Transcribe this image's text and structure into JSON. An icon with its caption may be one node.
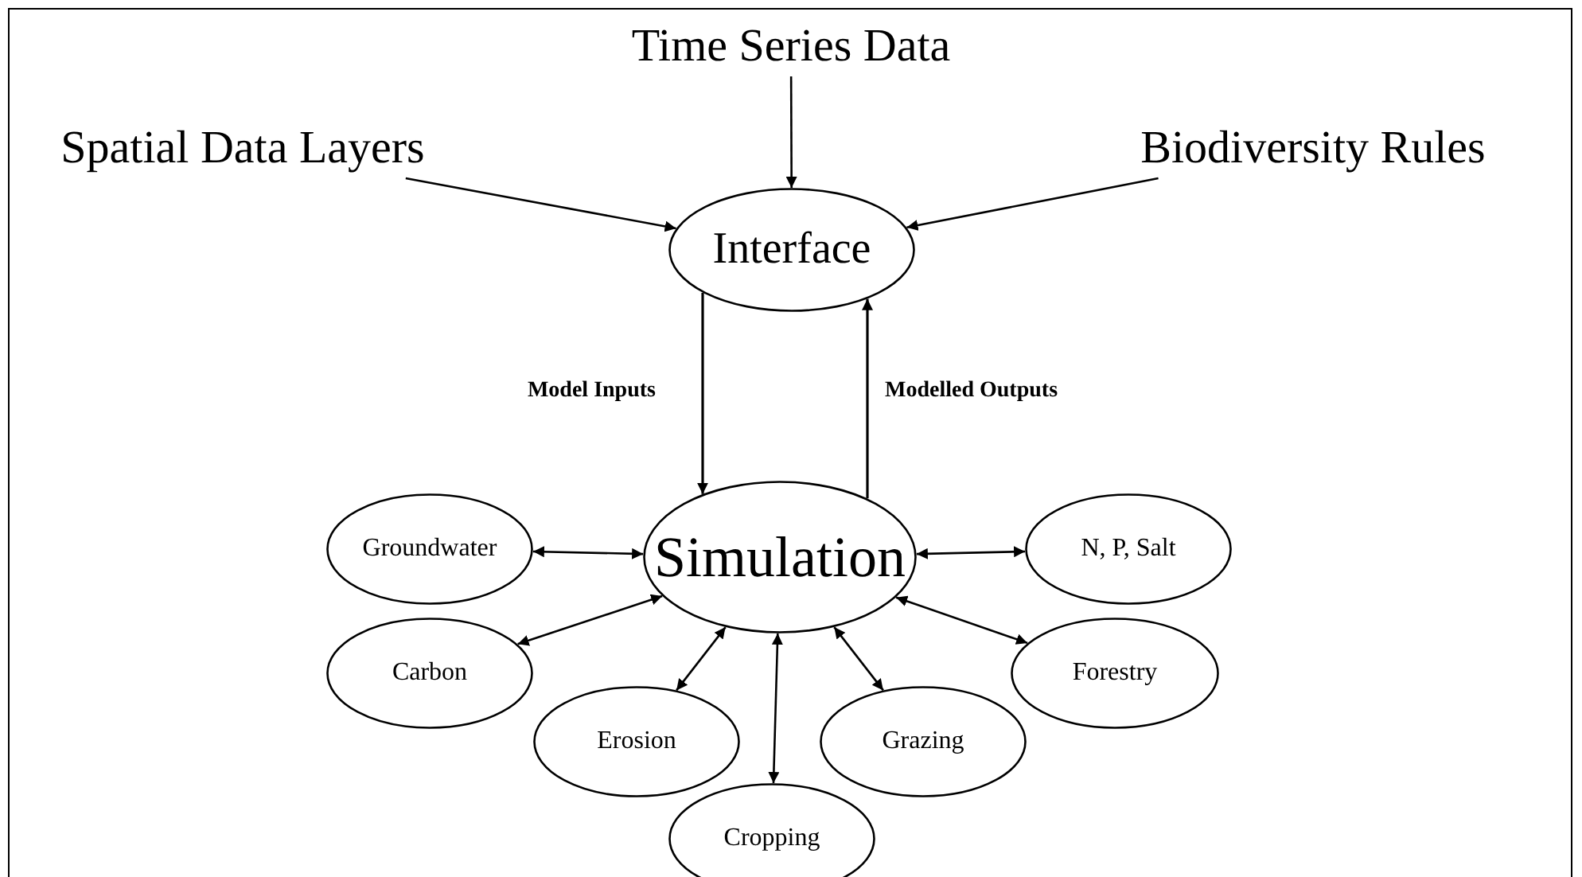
{
  "diagram": {
    "nodes": [
      {
        "text": [
          "Time Series Data"
        ]
      },
      {
        "text": [
          "Spatial Data Layers"
        ]
      },
      {
        "text": [
          "Biodiversity Rules"
        ]
      },
      {
        "text": [
          "Interface"
        ]
      },
      {
        "text": [
          "Simulation"
        ]
      },
      {
        "text": [
          "Groundwater"
        ]
      },
      {
        "text": [
          "N, P, Salt"
        ]
      },
      {
        "text": [
          "Carbon"
        ]
      },
      {
        "text": [
          "Forestry"
        ]
      },
      {
        "text": [
          "Erosion"
        ]
      },
      {
        "text": [
          "Grazing"
        ]
      },
      {
        "text": [
          "Cropping"
        ]
      }
    ],
    "edges": [
      {
        "from": 0,
        "to": 3,
        "arrow": "to"
      },
      {
        "from": 1,
        "to": 3,
        "arrow": "to"
      },
      {
        "from": 2,
        "to": 3,
        "arrow": "to"
      },
      {
        "from": 3,
        "to": 4,
        "arrow": "to",
        "label": "Model Inputs"
      },
      {
        "from": 4,
        "to": 3,
        "arrow": "to",
        "label": "Modelled Outputs"
      },
      {
        "from": 4,
        "to": 5,
        "arrow": "both"
      },
      {
        "from": 4,
        "to": 6,
        "arrow": "both"
      },
      {
        "from": 4,
        "to": 7,
        "arrow": "both"
      },
      {
        "from": 4,
        "to": 8,
        "arrow": "both"
      },
      {
        "from": 4,
        "to": 9,
        "arrow": "both"
      },
      {
        "from": 4,
        "to": 10,
        "arrow": "both"
      },
      {
        "from": 4,
        "to": 11,
        "arrow": "both"
      }
    ]
  }
}
